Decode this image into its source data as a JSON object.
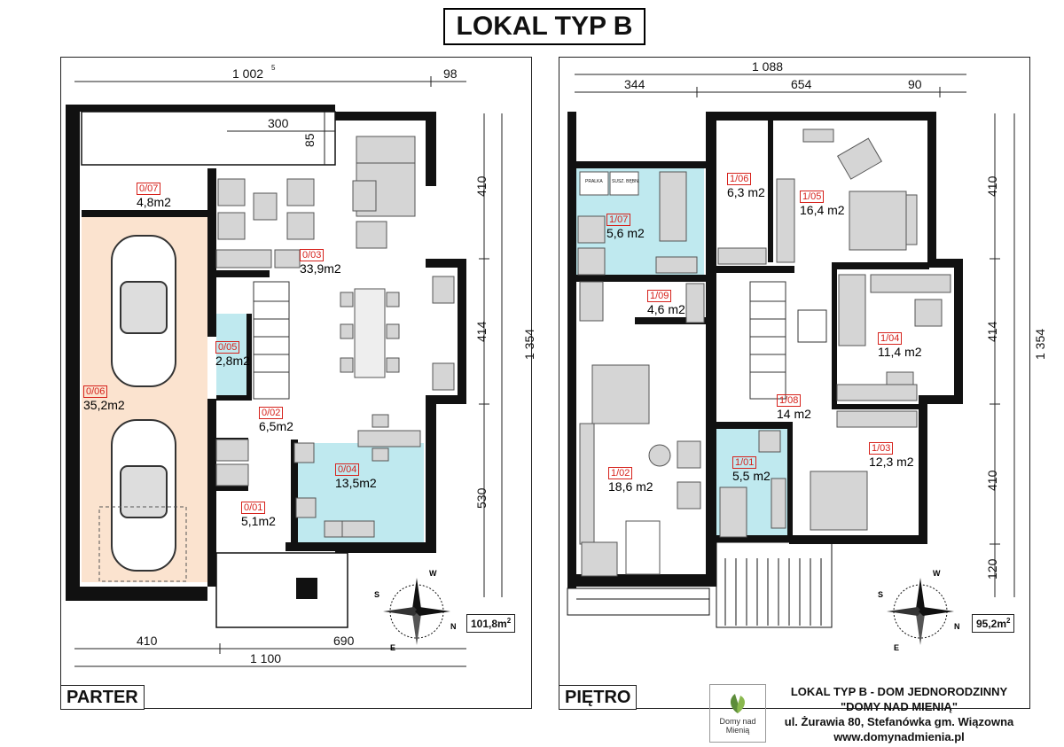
{
  "title": "LOKAL TYP B",
  "ground_floor": {
    "label": "PARTER",
    "total_area": "101,8m",
    "dims": {
      "top_main": "1 002",
      "top_main_sup": "5",
      "top_right": "98",
      "terrace_w": "300",
      "terrace_h": "85",
      "right_1": "410",
      "right_2": "414",
      "right_3": "530",
      "right_total": "1 354",
      "bottom_left": "410",
      "bottom_right": "690",
      "bottom_total": "1 100"
    },
    "rooms": [
      {
        "code": "0/07",
        "area": "4,8m2"
      },
      {
        "code": "0/06",
        "area": "35,2m2"
      },
      {
        "code": "0/03",
        "area": "33,9m2"
      },
      {
        "code": "0/05",
        "area": "2,8m2"
      },
      {
        "code": "0/02",
        "area": "6,5m2"
      },
      {
        "code": "0/04",
        "area": "13,5m2"
      },
      {
        "code": "0/01",
        "area": "5,1m2"
      }
    ]
  },
  "upper_floor": {
    "label": "PIĘTRO",
    "total_area": "95,2m",
    "dims": {
      "top_total": "1 088",
      "top_a": "344",
      "top_b": "654",
      "top_c": "90",
      "right_1": "410",
      "right_2": "414",
      "right_3": "410",
      "right_4": "120",
      "right_total": "1 354"
    },
    "rooms": [
      {
        "code": "1/06",
        "area": "6,3 m2"
      },
      {
        "code": "1/05",
        "area": "16,4 m2"
      },
      {
        "code": "1/07",
        "area": "5,6 m2"
      },
      {
        "code": "1/09",
        "area": "4,6 m2"
      },
      {
        "code": "1/04",
        "area": "11,4 m2"
      },
      {
        "code": "1/08",
        "area": "14 m2"
      },
      {
        "code": "1/02",
        "area": "18,6 m2"
      },
      {
        "code": "1/01",
        "area": "5,5 m2"
      },
      {
        "code": "1/03",
        "area": "12,3 m2"
      }
    ],
    "appliances": [
      "PRALKA",
      "SUSZ. BĘBN."
    ]
  },
  "compass": {
    "n": "N",
    "s": "S",
    "e": "E",
    "w": "W"
  },
  "info": {
    "line1": "LOKAL TYP B - DOM JEDNORODZINNY",
    "line2": "\"DOMY NAD MIENIĄ\"",
    "line3": "ul. Żurawia 80, Stefanówka gm. Wiązowna",
    "line4": "www.domynadmienia.pl"
  },
  "logo_text": "Domy nad Mienią",
  "colors": {
    "wall": "#111111",
    "garage_fill": "#fbe3cf",
    "wet_room_fill": "#bfe9ef",
    "room_code": "#d6221c",
    "furniture": "#c9c9c9"
  }
}
